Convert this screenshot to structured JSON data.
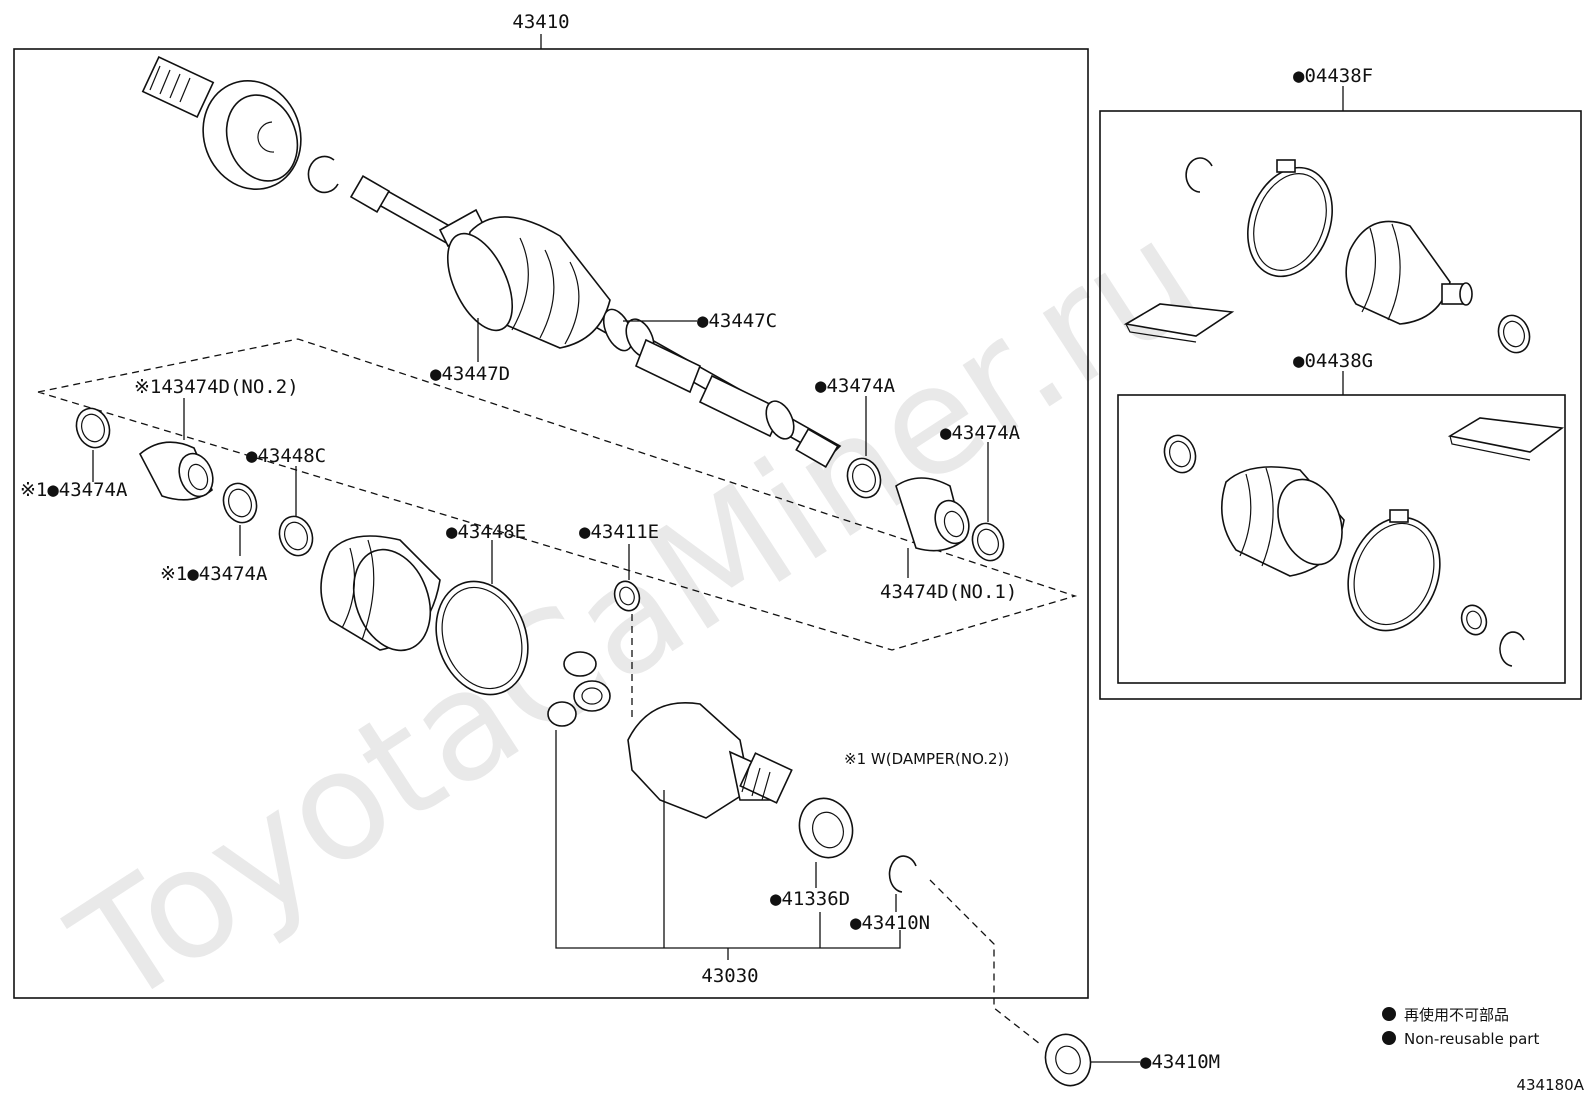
{
  "watermark": "ToyotaCaMiner.ru",
  "diagram_code": "434180A",
  "assembly_label": "43410",
  "inner_assembly_label": "43030",
  "part_labels": {
    "p43447C": "●43447C",
    "p43447D": "●43447D",
    "p43474A_right1": "●43474A",
    "p43474A_right2": "●43474A",
    "p43474D_no2": "※143474D(NO.2)",
    "p43474A_left1": "※1●43474A",
    "p43474A_left2": "※1●43474A",
    "p43448C": "●43448C",
    "p43448E": "●43448E",
    "p43411E": "●43411E",
    "p43474D_no1": "43474D(NO.1)",
    "p41336D": "●41336D",
    "p43410N": "●43410N",
    "p43410M": "●43410M",
    "kit_04438F": "●04438F",
    "kit_04438G": "●04438G"
  },
  "note": "※1 W(DAMPER(NO.2))",
  "legend": [
    {
      "symbol": "●",
      "text": "再使用不可部品"
    },
    {
      "symbol": "●",
      "text": "Non-reusable part"
    }
  ]
}
